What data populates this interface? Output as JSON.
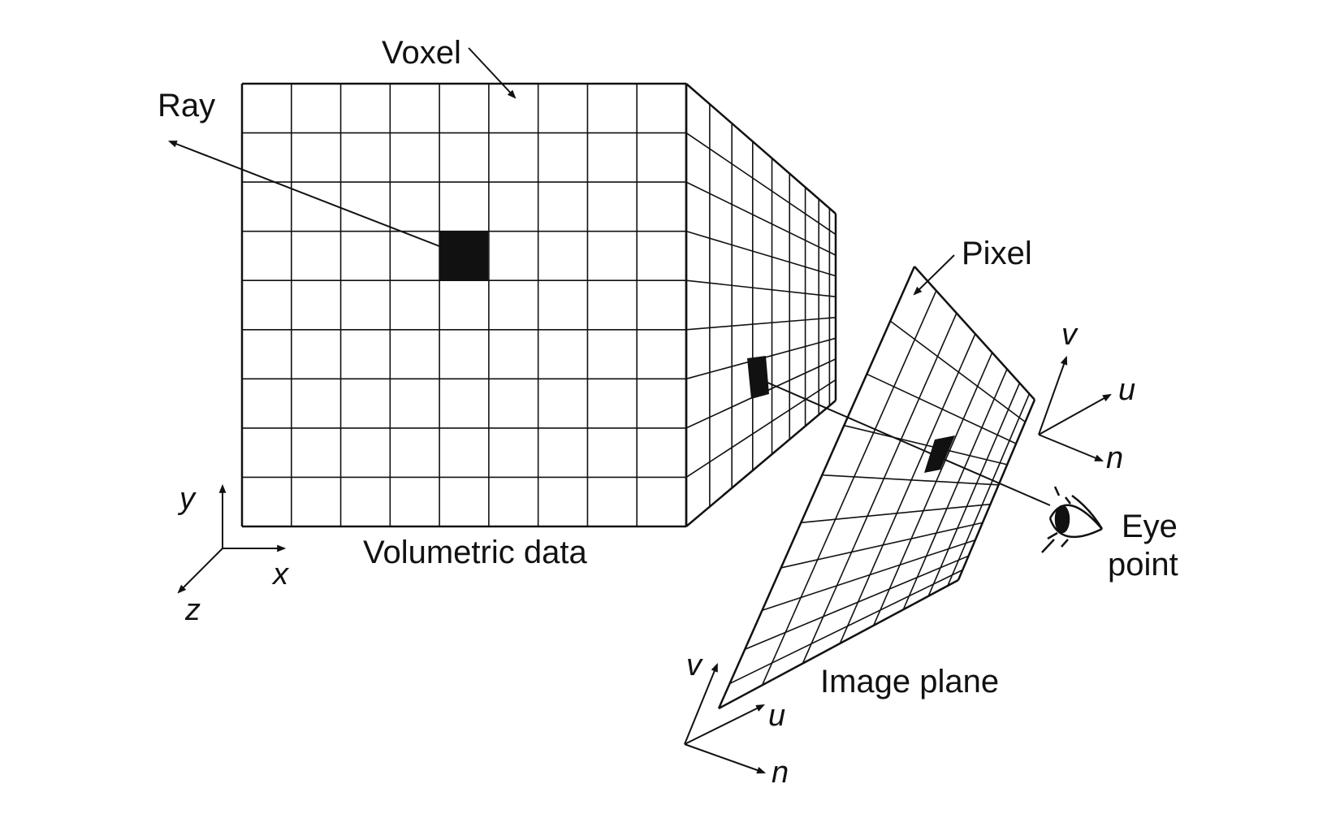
{
  "labels": {
    "voxel": "Voxel",
    "ray": "Ray",
    "pixel": "Pixel",
    "volumetric_data": "Volumetric data",
    "image_plane": "Image plane",
    "eye_line1": "Eye",
    "eye_line2": "point"
  },
  "world_axes": {
    "x": "x",
    "y": "y",
    "z": "z"
  },
  "eye_axes": {
    "u": "u",
    "v": "v",
    "n": "n"
  },
  "plane_axes": {
    "u": "u",
    "v": "v",
    "n": "n"
  },
  "volume_grid": {
    "columns": 9,
    "rows": 9,
    "side_columns": 9
  },
  "image_plane_grid": {
    "columns": 8,
    "rows": 10
  },
  "colors": {
    "ink": "#111111",
    "background": "#ffffff"
  }
}
